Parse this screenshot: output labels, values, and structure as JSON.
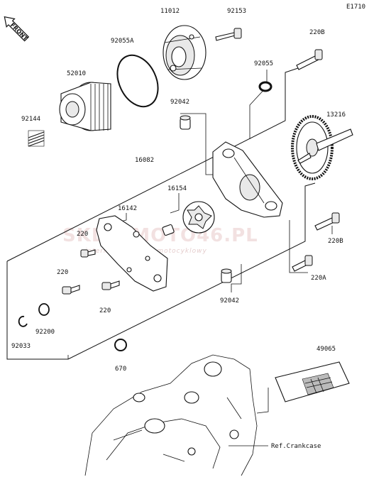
{
  "diagram": {
    "code": "E1710",
    "direction_label": "FRONT",
    "watermark": {
      "brand": "SKLEPMOTO46.PL",
      "tagline": "internetowy sklep motocyklowy"
    },
    "reference": "Ref.Crankcase",
    "parts": {
      "p11012": "11012",
      "p92153": "92153",
      "p92055A": "92055A",
      "p220B_top": "220B",
      "p52010": "52010",
      "p92055": "92055",
      "p92144": "92144",
      "p92042_top": "92042",
      "p13216": "13216",
      "p16082": "16082",
      "p16154": "16154",
      "p16142": "16142",
      "p220_a": "220",
      "p220_b": "220",
      "p220_c": "220",
      "p220B_mid": "220B",
      "p220A": "220A",
      "p92042_bot": "92042",
      "p92200": "92200",
      "p92033": "92033",
      "p670": "670",
      "p49065": "49065"
    }
  }
}
